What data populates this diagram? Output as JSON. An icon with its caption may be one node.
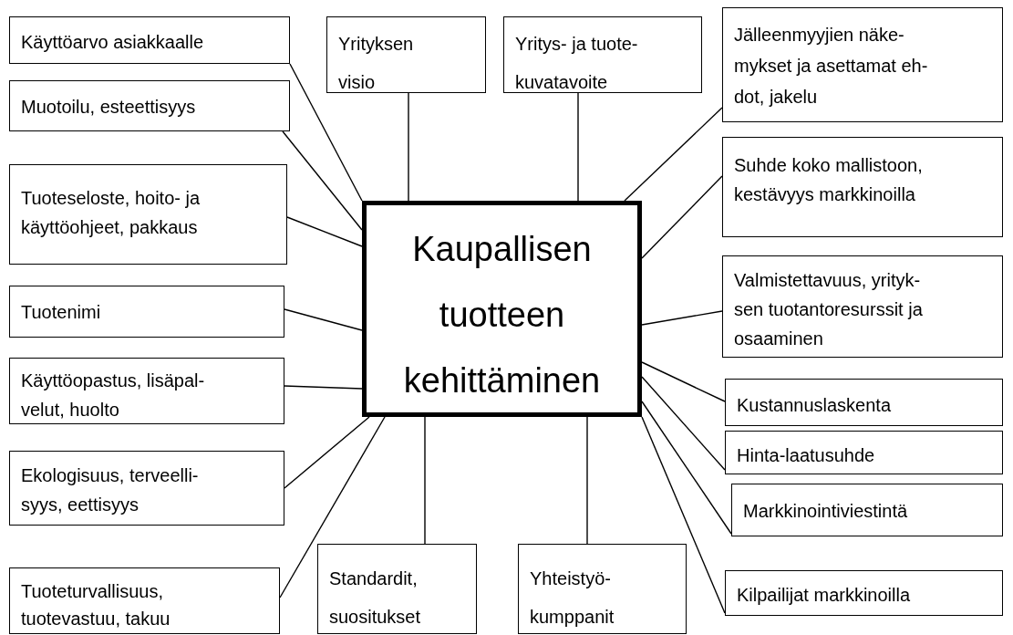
{
  "diagram": {
    "nodes": [
      {
        "text": [
          "Kaupallisen tuotteen kehittäminen"
        ]
      },
      {
        "text": [
          "Käyttöarvo asiakkaalle"
        ]
      },
      {
        "text": [
          "Muotoilu, esteettisyys"
        ]
      },
      {
        "text": [
          "Tuoteseloste, hoito- ja käyttöohjeet, pakkaus"
        ]
      },
      {
        "text": [
          "Tuotenimi"
        ]
      },
      {
        "text": [
          "Käyttöopastus, lisäpal- velut, huolto"
        ]
      },
      {
        "text": [
          "Ekologisuus, terveelli- syys, eettisyys"
        ]
      },
      {
        "text": [
          "Tuoteturvallisuus, tuotevastuu, takuu"
        ]
      },
      {
        "text": [
          "Yrityksen visio"
        ]
      },
      {
        "text": [
          "Yritys- ja tuote- kuvatavoite"
        ]
      },
      {
        "text": [
          "Jälleenmyyjien näke- mykset ja asettamat eh- dot, jakelu"
        ]
      },
      {
        "text": [
          "Suhde koko mallistoon, kestävyys markkinoilla"
        ]
      },
      {
        "text": [
          "Valmistettavuus, yrityk- sen tuotantoresurssit ja osaaminen"
        ]
      },
      {
        "text": [
          "Kustannuslaskenta"
        ]
      },
      {
        "text": [
          "Hinta-laatusuhde"
        ]
      },
      {
        "text": [
          "Markkinointiviestintä"
        ]
      },
      {
        "text": [
          "Kilpailijat markkinoilla"
        ]
      },
      {
        "text": [
          "Standardit, suositukset"
        ]
      },
      {
        "text": [
          "Yhteistyö- kumppanit"
        ]
      }
    ],
    "edges": [
      {
        "from": 1,
        "to": 0,
        "arrow": "none"
      },
      {
        "from": 2,
        "to": 0,
        "arrow": "none"
      },
      {
        "from": 3,
        "to": 0,
        "arrow": "none"
      },
      {
        "from": 4,
        "to": 0,
        "arrow": "none"
      },
      {
        "from": 5,
        "to": 0,
        "arrow": "none"
      },
      {
        "from": 6,
        "to": 0,
        "arrow": "none"
      },
      {
        "from": 7,
        "to": 0,
        "arrow": "none"
      },
      {
        "from": 8,
        "to": 0,
        "arrow": "none"
      },
      {
        "from": 9,
        "to": 0,
        "arrow": "none"
      },
      {
        "from": 10,
        "to": 0,
        "arrow": "none"
      },
      {
        "from": 11,
        "to": 0,
        "arrow": "none"
      },
      {
        "from": 12,
        "to": 0,
        "arrow": "none"
      },
      {
        "from": 13,
        "to": 0,
        "arrow": "none"
      },
      {
        "from": 14,
        "to": 0,
        "arrow": "none"
      },
      {
        "from": 15,
        "to": 0,
        "arrow": "none"
      },
      {
        "from": 16,
        "to": 0,
        "arrow": "none"
      },
      {
        "from": 17,
        "to": 0,
        "arrow": "none"
      },
      {
        "from": 18,
        "to": 0,
        "arrow": "none"
      }
    ]
  }
}
